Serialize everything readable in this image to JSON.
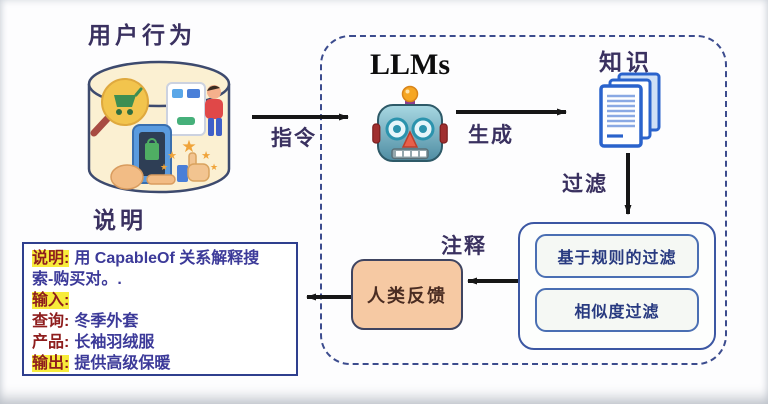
{
  "diagram": {
    "user_behavior": {
      "title": "用户行为"
    },
    "llm": {
      "title": "LLMs"
    },
    "knowledge": {
      "title": "知识"
    },
    "arrows": {
      "instruction": "指令",
      "generate": "生成",
      "filter": "过滤",
      "annotate": "注释"
    },
    "filter_module": {
      "rule_based": "基于规则的过滤",
      "similarity": "相似度过滤"
    },
    "human_feedback": {
      "label": "人类反馈"
    },
    "legend": {
      "title": "说明",
      "rows": [
        {
          "label": "说明:",
          "value": "用 CapableOf 关系解释搜",
          "highlight": true
        },
        {
          "label": "",
          "value": "索-购买对。.",
          "highlight": false
        },
        {
          "label": "输入:",
          "value": "",
          "highlight": true
        },
        {
          "label": "查询:",
          "value": "冬季外套",
          "highlight": false
        },
        {
          "label": "产品:",
          "value": "长袖羽绒服",
          "highlight": false
        },
        {
          "label": "输出:",
          "value": "提供高级保暖",
          "highlight": true
        }
      ]
    },
    "icons": {
      "database": "user-behavior-database-icon",
      "robot": "llm-robot-icon",
      "documents": "knowledge-documents-icon"
    },
    "colors": {
      "heading": "#3a3160",
      "arrow": "#161616",
      "dashed_border": "#3c4c8e",
      "legend_label": "#8e1d1d",
      "legend_value": "#3c3a99",
      "highlight": "#f7ec3b",
      "cylinder_fill": "#fbf0d2",
      "feedback_fill": "#f6c9a3",
      "filter_text": "#283a80",
      "doc_blue": "#2a63cc"
    }
  }
}
